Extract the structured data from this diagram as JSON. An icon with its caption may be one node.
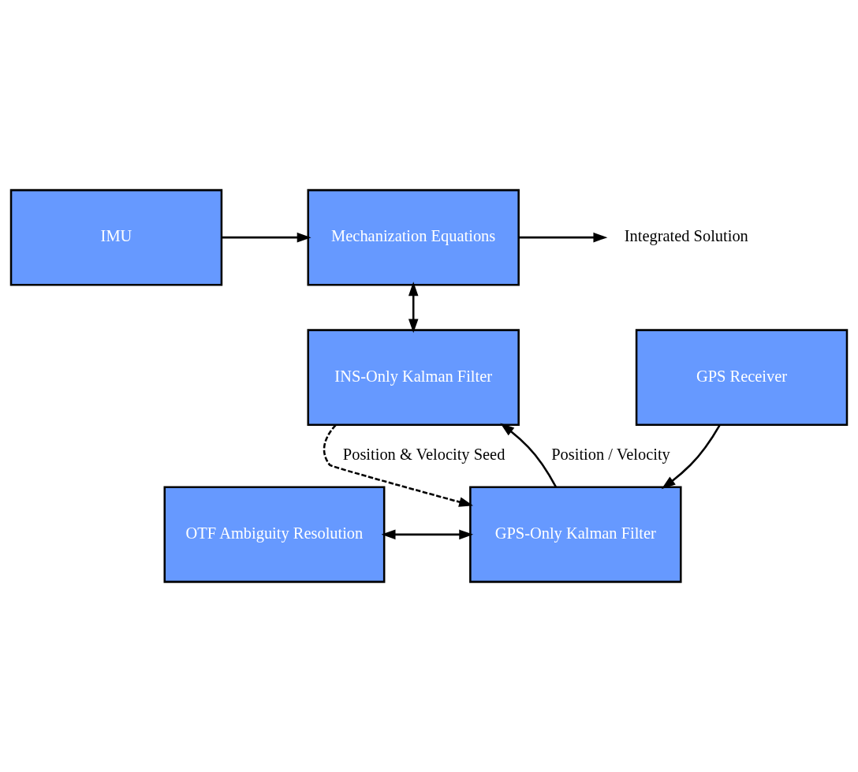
{
  "diagram": {
    "nodes": [
      {
        "text": [
          "IMU"
        ]
      },
      {
        "text": [
          "Mechanization Equations"
        ]
      },
      {
        "text": [
          "Integrated Solution"
        ]
      },
      {
        "text": [
          "INS-Only Kalman Filter"
        ]
      },
      {
        "text": [
          "OTF Ambiguity Resolution"
        ]
      },
      {
        "text": [
          "GPS-Only Kalman Filter"
        ]
      },
      {
        "text": [
          "GPS Receiver"
        ]
      }
    ],
    "edges": [
      {
        "from": 0,
        "to": 1,
        "arrow": "to"
      },
      {
        "from": 1,
        "to": 2,
        "arrow": "to"
      },
      {
        "from": 1,
        "to": 3,
        "arrow": "both"
      },
      {
        "from": 5,
        "to": 3,
        "arrow": "to",
        "label": "Position / Velocity"
      },
      {
        "from": 3,
        "to": 5,
        "arrow": "to",
        "label": "Position & Velocity Seed",
        "style": "dashed"
      },
      {
        "from": 4,
        "to": 5,
        "arrow": "both"
      },
      {
        "from": 6,
        "to": 5,
        "arrow": "to"
      }
    ]
  }
}
